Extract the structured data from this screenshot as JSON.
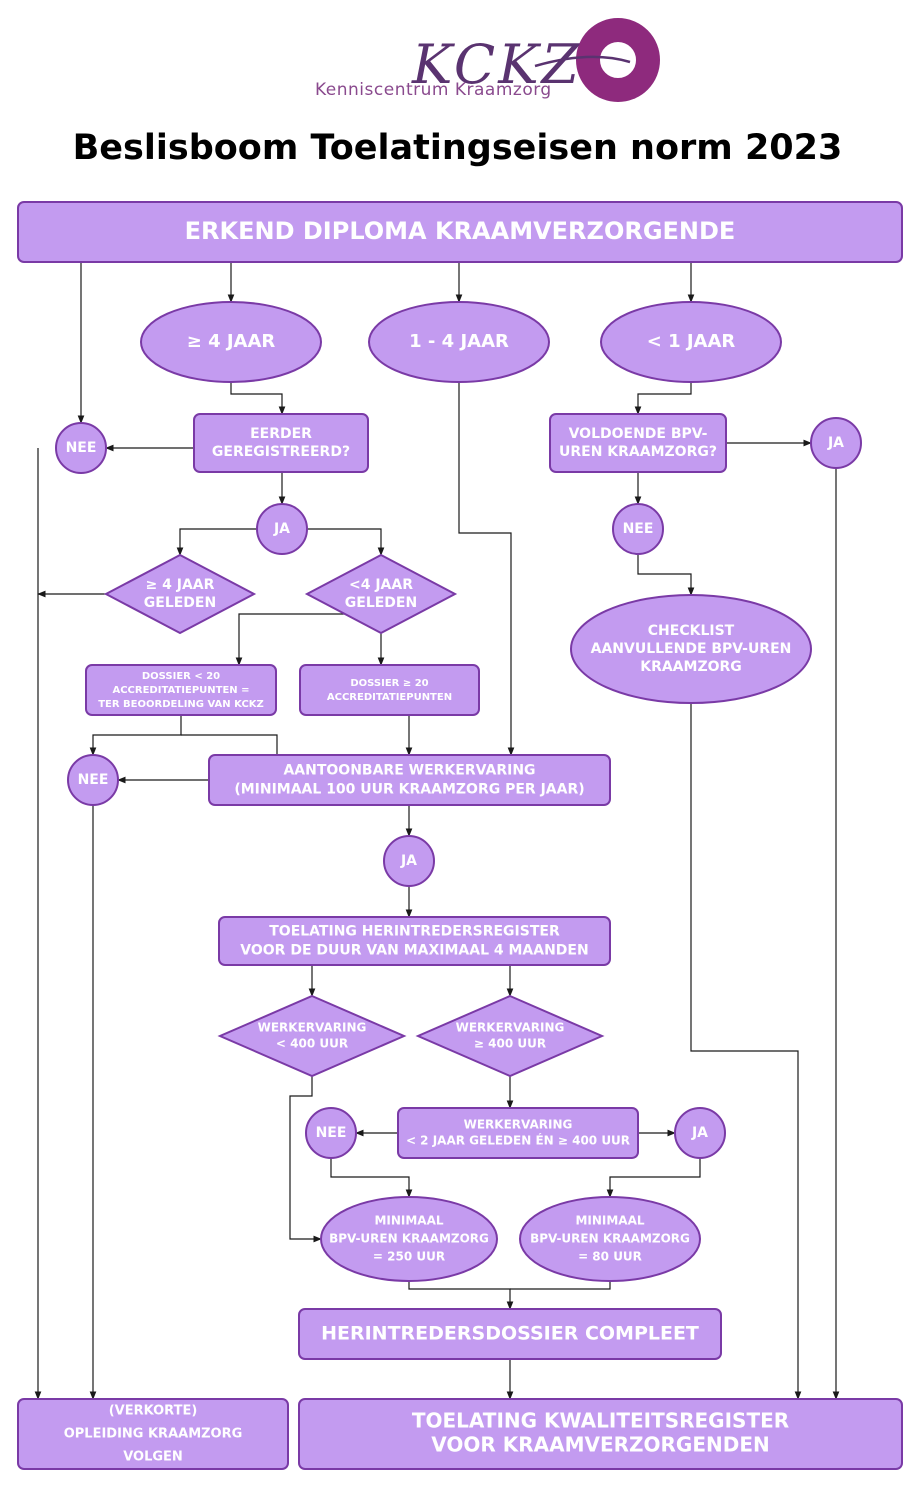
{
  "logo": {
    "text": "KCKZ",
    "subtitle": "Kenniscentrum Kraamzorg",
    "colors": {
      "ring": "#8e2a7d",
      "text": "#5a3370"
    }
  },
  "title": "Beslisboom Toelatingseisen norm 2023",
  "colors": {
    "shape_fill": "#c39bf0",
    "shape_stroke": "#7a3aa6",
    "connector": "#1a1a1a",
    "label": "#ffffff"
  },
  "nodes": [
    {
      "id": "diploma",
      "shape": "rect",
      "lines": [
        "ERKEND DIPLOMA KRAAMVERZORGENDE"
      ]
    },
    {
      "id": "ge4jaar",
      "shape": "ellipse",
      "lines": [
        "≥ 4 JAAR"
      ]
    },
    {
      "id": "1-4jaar",
      "shape": "ellipse",
      "lines": [
        "1 - 4 JAAR"
      ]
    },
    {
      "id": "lt1jaar",
      "shape": "ellipse",
      "lines": [
        "< 1 JAAR"
      ]
    },
    {
      "id": "eerder",
      "shape": "rect",
      "lines": [
        "EERDER",
        "GEREGISTREERD?"
      ]
    },
    {
      "id": "nee1",
      "shape": "circle",
      "lines": [
        "NEE"
      ]
    },
    {
      "id": "voldoende",
      "shape": "rect",
      "lines": [
        "VOLDOENDE BPV-",
        "UREN KRAAMZORG?"
      ]
    },
    {
      "id": "ja1",
      "shape": "circle",
      "lines": [
        "JA"
      ]
    },
    {
      "id": "ja2",
      "shape": "circle",
      "lines": [
        "JA"
      ]
    },
    {
      "id": "nee2",
      "shape": "circle",
      "lines": [
        "NEE"
      ]
    },
    {
      "id": "ge4geleden",
      "shape": "diamond",
      "lines": [
        "≥ 4 JAAR",
        "GELEDEN"
      ]
    },
    {
      "id": "lt4geleden",
      "shape": "diamond",
      "lines": [
        "<4 JAAR",
        "GELEDEN"
      ]
    },
    {
      "id": "checklist",
      "shape": "ellipse",
      "lines": [
        "CHECKLIST",
        "AANVULLENDE BPV-UREN",
        "KRAAMZORG"
      ]
    },
    {
      "id": "dossier_lt20",
      "shape": "rect",
      "lines": [
        "DOSSIER < 20",
        "ACCREDITATIEPUNTEN =",
        "TER BEOORDELING VAN KCKZ"
      ]
    },
    {
      "id": "dossier_ge20",
      "shape": "rect",
      "lines": [
        "DOSSIER ≥ 20",
        "ACCREDITATIEPUNTEN"
      ]
    },
    {
      "id": "nee3",
      "shape": "circle",
      "lines": [
        "NEE"
      ]
    },
    {
      "id": "werkervaring",
      "shape": "rect",
      "lines": [
        "AANTOONBARE WERKERVARING",
        "(MINIMAAL 100 UUR KRAAMZORG PER JAAR)"
      ]
    },
    {
      "id": "ja3",
      "shape": "circle",
      "lines": [
        "JA"
      ]
    },
    {
      "id": "herintreders",
      "shape": "rect",
      "lines": [
        "TOELATING HERINTREDERSREGISTER",
        "VOOR DE DUUR VAN MAXIMAAL 4 MAANDEN"
      ]
    },
    {
      "id": "we_lt400",
      "shape": "diamond",
      "lines": [
        "WERKERVARING",
        "< 400 UUR"
      ]
    },
    {
      "id": "we_ge400",
      "shape": "diamond",
      "lines": [
        "WERKERVARING",
        "≥ 400 UUR"
      ]
    },
    {
      "id": "we_2jaar",
      "shape": "rect",
      "lines": [
        "WERKERVARING",
        "< 2 JAAR GELEDEN ÉN ≥ 400 UUR"
      ]
    },
    {
      "id": "nee4",
      "shape": "circle",
      "lines": [
        "NEE"
      ]
    },
    {
      "id": "ja4",
      "shape": "circle",
      "lines": [
        "JA"
      ]
    },
    {
      "id": "bpv250",
      "shape": "ellipse",
      "lines": [
        "MINIMAAL",
        "BPV-UREN KRAAMZORG",
        "= 250 UUR"
      ]
    },
    {
      "id": "bpv80",
      "shape": "ellipse",
      "lines": [
        "MINIMAAL",
        "BPV-UREN KRAAMZORG",
        "= 80 UUR"
      ]
    },
    {
      "id": "compleet",
      "shape": "rect",
      "lines": [
        "HERINTREDERSDOSSIER COMPLEET"
      ]
    },
    {
      "id": "opleiding",
      "shape": "rect",
      "lines": [
        "(VERKORTE)",
        "OPLEIDING KRAAMZORG",
        "VOLGEN"
      ]
    },
    {
      "id": "kwaliteit",
      "shape": "rect",
      "lines": [
        "TOELATING KWALITEITSREGISTER",
        "VOOR KRAAMVERZORGENDEN"
      ]
    }
  ],
  "edges": [
    {
      "from": "diploma",
      "to": "ge4jaar"
    },
    {
      "from": "diploma",
      "to": "1-4jaar"
    },
    {
      "from": "diploma",
      "to": "lt1jaar"
    },
    {
      "from": "diploma",
      "to": "nee1"
    },
    {
      "from": "ge4jaar",
      "to": "eerder"
    },
    {
      "from": "eerder",
      "to": "nee1"
    },
    {
      "from": "eerder",
      "to": "ja2"
    },
    {
      "from": "nee1",
      "to": "opleiding"
    },
    {
      "from": "ja2",
      "to": "ge4geleden"
    },
    {
      "from": "ja2",
      "to": "lt4geleden"
    },
    {
      "from": "ge4geleden",
      "to": "opleiding"
    },
    {
      "from": "lt4geleden",
      "to": "dossier_lt20"
    },
    {
      "from": "lt4geleden",
      "to": "dossier_ge20"
    },
    {
      "from": "dossier_lt20",
      "to": "nee3"
    },
    {
      "from": "dossier_lt20",
      "to": "werkervaring"
    },
    {
      "from": "dossier_ge20",
      "to": "werkervaring"
    },
    {
      "from": "1-4jaar",
      "to": "werkervaring"
    },
    {
      "from": "werkervaring",
      "to": "nee3"
    },
    {
      "from": "nee3",
      "to": "opleiding"
    },
    {
      "from": "werkervaring",
      "to": "ja3"
    },
    {
      "from": "ja3",
      "to": "herintreders"
    },
    {
      "from": "herintreders",
      "to": "we_lt400"
    },
    {
      "from": "herintreders",
      "to": "we_ge400"
    },
    {
      "from": "we_lt400",
      "to": "bpv250"
    },
    {
      "from": "we_ge400",
      "to": "we_2jaar"
    },
    {
      "from": "we_2jaar",
      "to": "nee4"
    },
    {
      "from": "we_2jaar",
      "to": "ja4"
    },
    {
      "from": "nee4",
      "to": "bpv250"
    },
    {
      "from": "ja4",
      "to": "bpv80"
    },
    {
      "from": "bpv250",
      "to": "compleet"
    },
    {
      "from": "bpv80",
      "to": "compleet"
    },
    {
      "from": "compleet",
      "to": "kwaliteit"
    },
    {
      "from": "lt1jaar",
      "to": "voldoende"
    },
    {
      "from": "voldoende",
      "to": "ja1"
    },
    {
      "from": "voldoende",
      "to": "nee2"
    },
    {
      "from": "ja1",
      "to": "kwaliteit"
    },
    {
      "from": "nee2",
      "to": "checklist"
    },
    {
      "from": "checklist",
      "to": "kwaliteit"
    }
  ]
}
